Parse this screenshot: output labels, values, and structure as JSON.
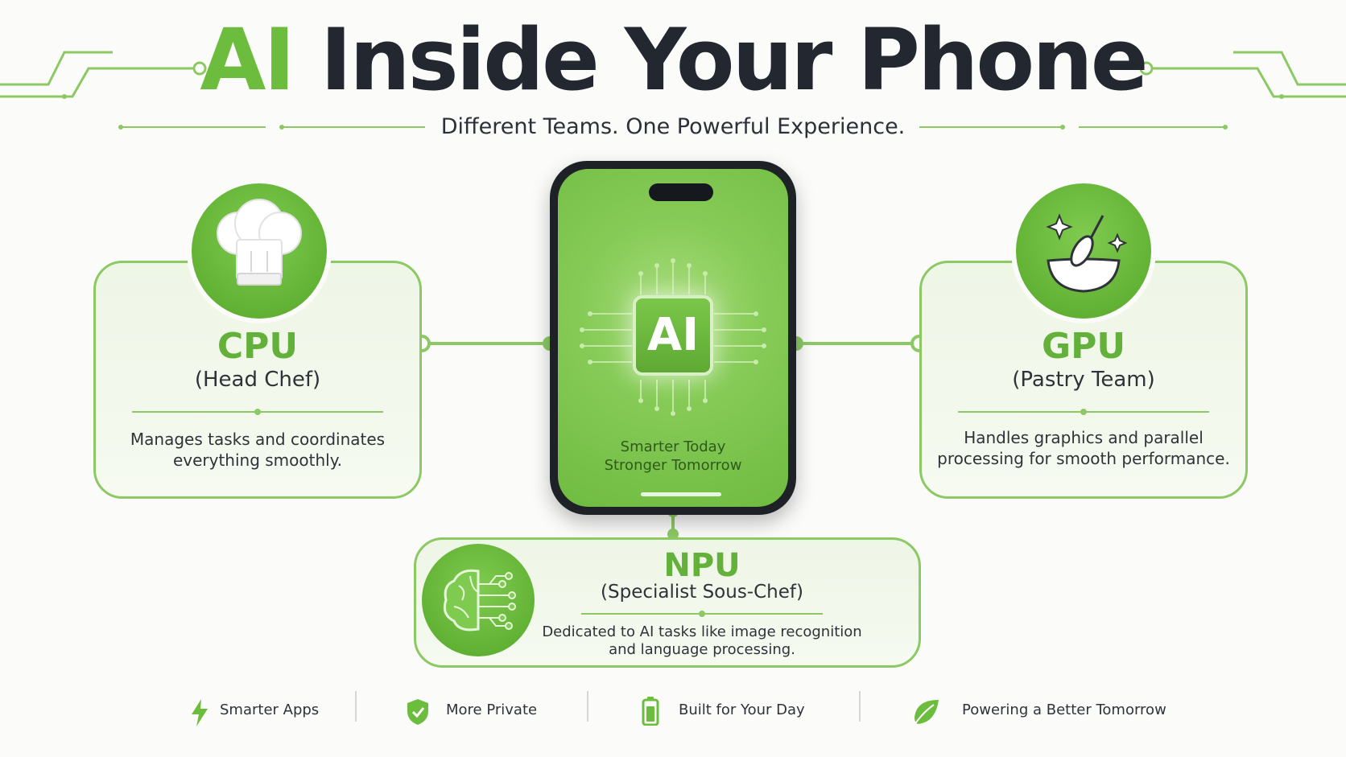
{
  "header": {
    "title_highlight": "AI",
    "title_rest": "Inside Your Phone",
    "subtitle": "Different Teams. One Powerful Experience."
  },
  "phone": {
    "chip_label": "AI",
    "tagline_1": "Smarter Today",
    "tagline_2": "Stronger Tomorrow"
  },
  "cards": {
    "cpu": {
      "title": "CPU",
      "subtitle": "(Head Chef)",
      "desc_1": "Manages tasks and coordinates",
      "desc_2": "everything smoothly.",
      "icon": "chef-hat-icon"
    },
    "gpu": {
      "title": "GPU",
      "subtitle": "(Pastry Team)",
      "desc_1": "Handles graphics and parallel",
      "desc_2": "processing for smooth performance.",
      "icon": "whisk-bowl-icon"
    },
    "npu": {
      "title": "NPU",
      "subtitle": "(Specialist Sous-Chef)",
      "desc_1": "Dedicated to AI tasks like image recognition",
      "desc_2": "and language processing.",
      "icon": "brain-circuit-icon"
    }
  },
  "footer": [
    {
      "label": "Smarter Apps",
      "icon": "lightning-icon"
    },
    {
      "label": "More Private",
      "icon": "shield-check-icon"
    },
    {
      "label": "Built for Your Day",
      "icon": "battery-icon"
    },
    {
      "label": "Powering a Better Tomorrow",
      "icon": "leaf-icon"
    }
  ],
  "colors": {
    "accent": "#6cbd3d",
    "accent_light": "#8cc964",
    "text_dark": "#23272f"
  }
}
